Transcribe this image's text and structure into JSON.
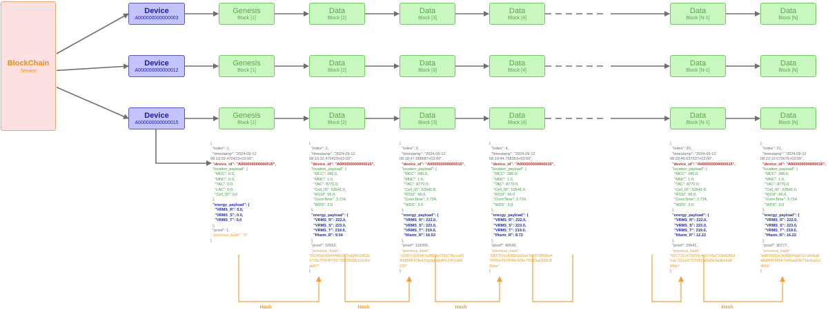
{
  "service": {
    "title": "BlockChain",
    "subtitle": "Service"
  },
  "devices": [
    {
      "label": "Device",
      "id": "A000000000000003"
    },
    {
      "label": "Device",
      "id": "A000000000000012"
    },
    {
      "label": "Device",
      "id": "A000000000000015"
    }
  ],
  "blocks": [
    {
      "title": "Genesis",
      "sub": "Block [1]"
    },
    {
      "title": "Data",
      "sub": "Block [2]"
    },
    {
      "title": "Data",
      "sub": "Block [3]"
    },
    {
      "title": "Data",
      "sub": "Block [4]"
    },
    {
      "title": "Data",
      "sub": "Block [N-1]"
    },
    {
      "title": "Data",
      "sub": "Block [N]"
    }
  ],
  "json_blocks": [
    {
      "index": "\"index\": 1,",
      "timestamp": "\"timestamp\": \"2024-09-12\n08:13:32.472423+03:00\",",
      "location": [
        "\"MCC\": 0.0,",
        "\"MNC\": 0.0,",
        "\"TAC\": 0.0,",
        "\"LAC\": 0.0,",
        "\"Cell_ID\": 0.0"
      ],
      "energy": [
        "\"VRMS_R\": 0.0,",
        "\"VRMS_S\": 0.0,",
        "\"VRMS_T\": 0.0"
      ],
      "proof": "\"proof\": 1,",
      "prev": "\"previous_hash\": \"0\""
    },
    {
      "index": "\"index\": 2,",
      "timestamp": "\"timestamp\": \"2024-09-12\n08:13:32.472423+03:00\",",
      "location": [
        "\"MCC\": 286.0,",
        "\"MNC\": 1.0,",
        "\"TAC\": 8770.0,",
        "\"Cell_ID\": 53541.0,",
        "\"RSSI\": 66.0,",
        "\"ConnTime\": 3.724,",
        "\"WDS\": 3.0"
      ],
      "energy": [
        "\"VRMS_R\": 222.0,",
        "\"VRMS_S\": 223.0,",
        "\"VRMS_T\": 219.0,",
        "\"IHarm_R\": 9.04"
      ],
      "proof": "\"proof\": 10552,",
      "prev": "\"previous_hash\":\n\"55345b0684448fc007edd6b19f53c\n377bc759cf076973902659fcb2e16c\nab87\""
    },
    {
      "index": "\"index\": 3,",
      "timestamp": "\"timestamp\": \"2024-09-12\n08:18:47.568687+03:00\",",
      "location": [
        "\"MCC\": 286.0,",
        "\"MNC\": 1.0,",
        "\"TAC\": 8770.0,",
        "\"Cell_ID\": 53541.0,",
        "\"RSSI\": 66.0,",
        "\"ConnTime\": 3.724,",
        "\"WDS\": 3.0"
      ],
      "energy": [
        "\"VRMS_R\": 222.0,",
        "\"VRMS_S\": 223.0,",
        "\"VRMS_T\": 219.0,",
        "\"IHarm_R\": 16.53"
      ],
      "proof": "\"proof\": 118355,",
      "prev": "\"previous_hash\":\n\"c6987cd269b7a3ff12a136d73bcca41\n90df98641fb470a3bbd94f0c24519d6\n225\""
    },
    {
      "index": "\"index\": 4,",
      "timestamp": "\"timestamp\": \"2024-09-12\n08:19:44.768353+03:00\",",
      "location": [
        "\"MCC\": 286.0,",
        "\"MNC\": 1.0,",
        "\"TAC\": 8770.0,",
        "\"Cell_ID\": 53541.0,",
        "\"RSSI\": 66.0,",
        "\"ConnTime\": 3.724,",
        "\"WDS\": 3.0"
      ],
      "energy": [
        "\"VRMS_R\": 222.0,",
        "\"VRMS_S\": 223.0,",
        "\"VRMS_T\": 219.0,",
        "\"IHarm_R\": 8.72"
      ],
      "proof": "\"proof\": 40549,",
      "prev": "\"previous_hash\":\n\"183751e1f080c9d3a47b5979f566e4\n765f0e250f194c908e7f1163ae595c8\n2bbe\""
    },
    {
      "index": "\"index\": 20,",
      "timestamp": "\"timestamp\": \"2024-09-12\n08:20:46.637637+03:00\",",
      "location": [
        "\"MCC\": 286.0,",
        "\"MNC\": 1.0,",
        "\"TAC\": 8770.0,",
        "\"Cell_ID\": 53541.0,",
        "\"RSSI\": 66.0,",
        "\"ConnTime\": 3.724,",
        "\"WDS\": 3.0"
      ],
      "energy": [
        "\"VRMS_R\": 222.0,",
        "\"VRMS_S\": 223.0,",
        "\"VRMS_T\": 219.0,",
        "\"IHarm_R\": 12.23"
      ],
      "proof": "\"proof\": 29541,",
      "prev": "\"previous_hash\":\n\"5617151475099c4c57c6a710b4285d\n5ab7311b97220809a6d9e3a3b6ba8\n98dc\""
    },
    {
      "index": "\"index\": 21,",
      "timestamp": "\"timestamp\": \"2024-09-12\n08:22:10.073676+03:00\",",
      "location": [
        "\"MCC\": 286.0,",
        "\"MNC\": 1.0,",
        "\"TAC\": 8770.0,",
        "\"Cell_ID\": 53541.0,",
        "\"RSSI\": 66.0,",
        "\"ConnTime\": 3.724,",
        "\"WDS\": 3.0"
      ],
      "energy": [
        "\"VRMS_R\": 222.0,",
        "\"VRMS_S\": 223.0,",
        "\"VRMS_T\": 219.0,",
        "\"IHarm_R\": 16.22"
      ],
      "proof": "\"proof\": 30777,",
      "prev": "\"previous_hash\":\n\"bd55996bc9e80b84a97a7a60ba8\n48d96f149547e49aa63b71bcba2e1\n466b\""
    }
  ],
  "json_common": {
    "open": "{",
    "device_id": "\"device_id\": \"A000000000000015\",",
    "location_key": "\"location_payload\": {",
    "energy_key": "\"energy_payload\": {",
    "close_inner": "},",
    "close": "}"
  },
  "hash_label": "Hash",
  "colors": {
    "service_fill": "#fde0e0",
    "service_text": "#f08a1c",
    "device_fill": "#c3c3ff",
    "device_text": "#1c1cb0",
    "block_fill": "#c8f7c0",
    "block_text": "#5aa84a",
    "arrow": "#6e6e6e",
    "hash": "#f0a030"
  }
}
